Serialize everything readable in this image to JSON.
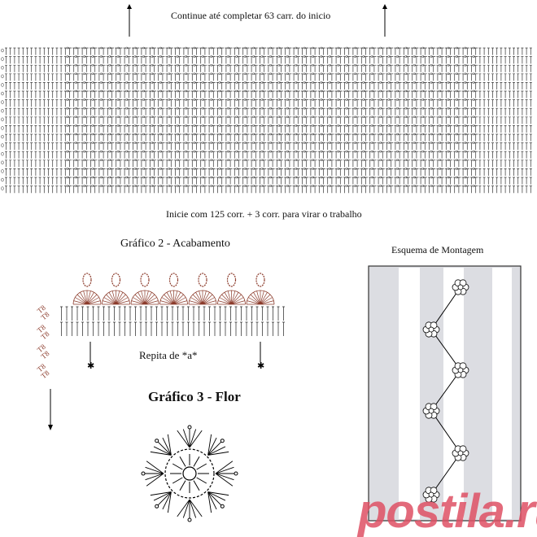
{
  "chart1": {
    "top_note": "Continue até completar 63 carr. do inicio",
    "bottom_note": "Inicie com 125 corr. + 3 corr. para virar o trabalho"
  },
  "chart2": {
    "title": "Gráfico 2 - Acabamento",
    "repeat_note": "Repita de *a*",
    "stitch_color": "#8b3a2a"
  },
  "chart3": {
    "title": "Gráfico 3 - Flor"
  },
  "assembly": {
    "title": "Esquema de Montagem"
  },
  "watermark": "postila.ru"
}
